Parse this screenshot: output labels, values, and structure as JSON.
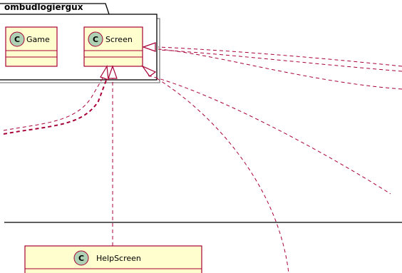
{
  "diagram": {
    "package": {
      "name": "ombudlogiergux"
    },
    "classes": [
      {
        "name": "Game",
        "stereotype": "C"
      },
      {
        "name": "Screen",
        "stereotype": "C"
      },
      {
        "name": "HelpScreen",
        "stereotype": "C"
      }
    ],
    "colors": {
      "class_fill": "#FEFECE",
      "class_border": "#A80036",
      "stereotype_circle": "#ADD1B2",
      "relation": "#A80036",
      "package_border": "#000000",
      "divider": "#000000"
    }
  }
}
